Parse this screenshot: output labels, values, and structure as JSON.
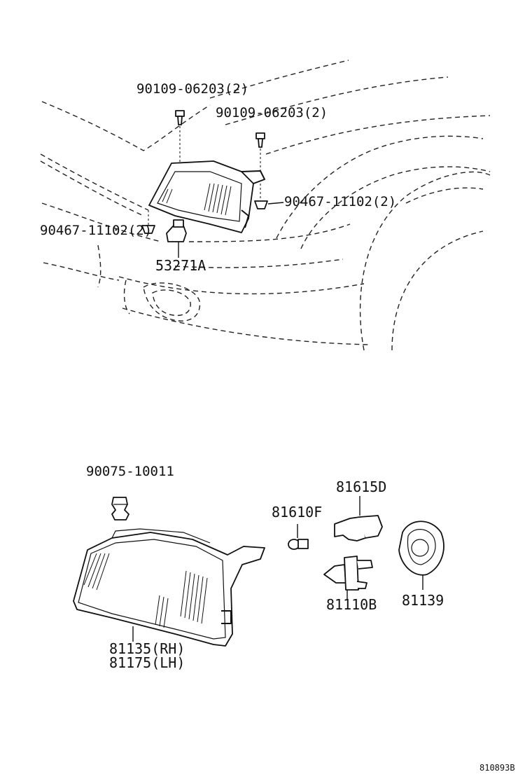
{
  "diagram": {
    "upper_labels": {
      "bolt_left": "90109-06203(2)",
      "bolt_right": "90109-06203(2)",
      "clip_right": "90467-11102(2)",
      "clip_left": "90467-11102(2)",
      "bracket": "53271A"
    },
    "lower_labels": {
      "socket": "90075-10011",
      "bulb_small_socket": "81615D",
      "bulb_small": "81610F",
      "bulb_main": "81110B",
      "bulb_cover": "81139",
      "headlamp_rh": "81135(RH)",
      "headlamp_lh": "81175(LH)"
    },
    "reference_code": "810893B"
  }
}
